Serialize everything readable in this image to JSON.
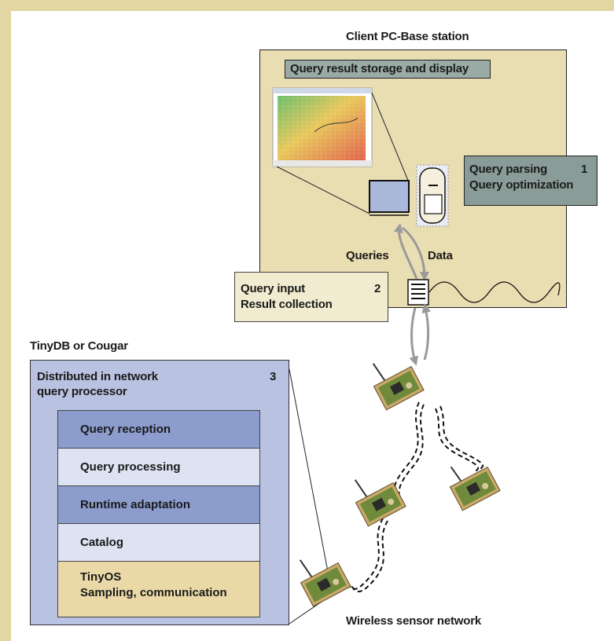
{
  "diagram": {
    "base_station": {
      "title": "Client PC-Base station",
      "storage_label": "Query result storage and display",
      "parsing": {
        "line1": "Query parsing",
        "line2": "Query optimization",
        "number": "1"
      },
      "queries_label": "Queries",
      "data_label": "Data"
    },
    "input_box": {
      "line1": "Query input",
      "line2": "Result collection",
      "number": "2"
    },
    "tinydb": {
      "heading": "TinyDB or Cougar",
      "title_line1": "Distributed in network",
      "title_line2": "query processor",
      "number": "3",
      "layers": [
        {
          "label": "Query reception",
          "tone": "dark"
        },
        {
          "label": "Query processing",
          "tone": "pale"
        },
        {
          "label": "Runtime adaptation",
          "tone": "dark"
        },
        {
          "label": "Catalog",
          "tone": "pale"
        },
        {
          "label": "TinyOS",
          "sub": "Sampling, communication",
          "tone": "tan"
        }
      ]
    },
    "network_label": "Wireless sensor network",
    "colors": {
      "frame": "#e2d6a2",
      "base_station_fill": "#e9ddb2",
      "dark_box": "#8a9c98",
      "processor_fill": "#b9c3e1",
      "layer_dark": "#8b9ccd",
      "layer_pale": "#dde3f3",
      "layer_tan": "#ead9a6",
      "board_green": "#6f8a3a",
      "board_tan": "#c9a96a"
    }
  }
}
